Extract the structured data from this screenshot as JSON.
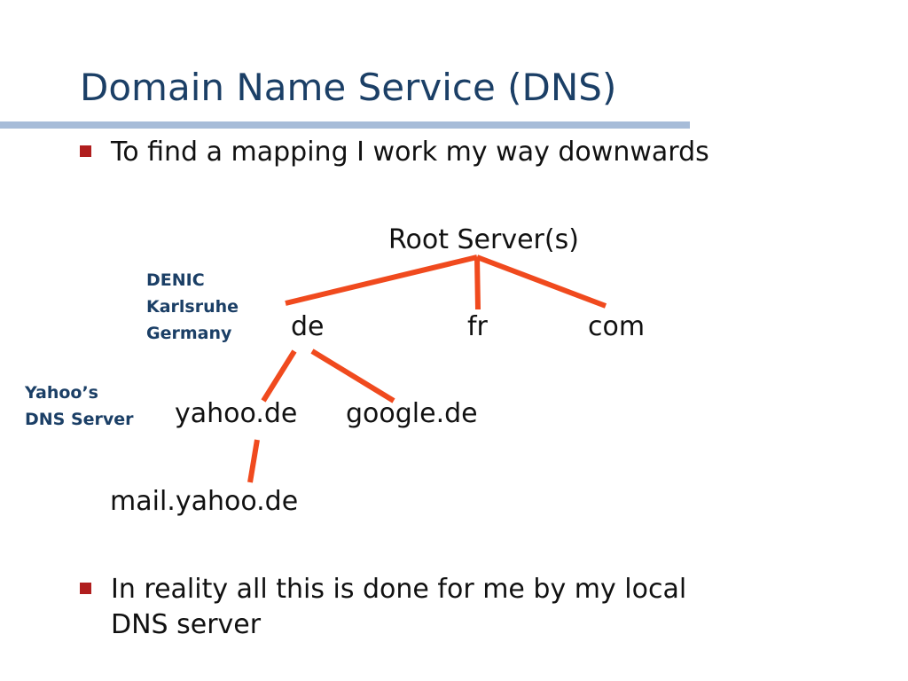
{
  "slide": {
    "title": "Domain Name Service (DNS)",
    "bullets": [
      "To find a mapping I work my way downwards",
      "In reality all this is done for me by my local DNS server"
    ],
    "bullet_2_lines": [
      "In reality all this is done for me by my local",
      "DNS server"
    ]
  },
  "tree": {
    "root": "Root Server(s)",
    "tlds": [
      "de",
      "fr",
      "com"
    ],
    "second_level": [
      "yahoo.de",
      "google.de"
    ],
    "third_level": [
      "mail.yahoo.de"
    ]
  },
  "annotations": {
    "denic": [
      "DENIC",
      "Karlsruhe",
      "Germany"
    ],
    "yahoo_dns": [
      "Yahoo’s",
      "DNS Server"
    ]
  },
  "colors": {
    "title": "#1b3f66",
    "rule": "#a7bcd8",
    "bullet": "#b01e1e",
    "edge": "#f04a1e",
    "annotation": "#1b3f66"
  }
}
